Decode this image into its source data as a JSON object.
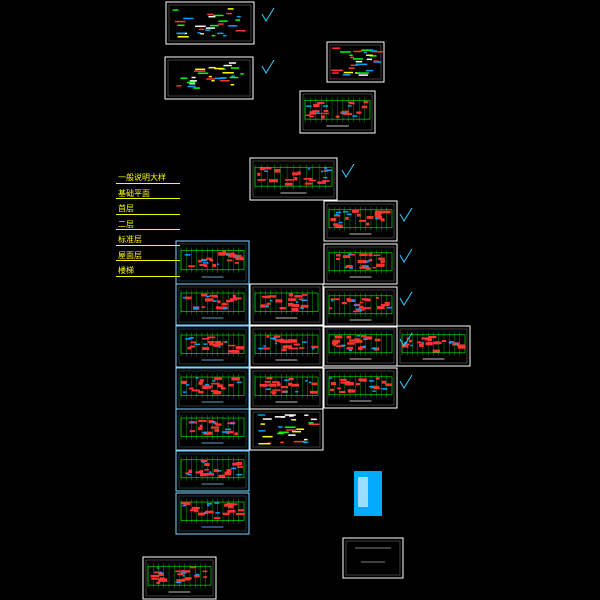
{
  "drawing_index": {
    "items": [
      "一般说明大样",
      "基础平面",
      "首层",
      "二层",
      "标准层",
      "屋面层",
      "楼梯"
    ]
  },
  "box_title": "",
  "stamp_text": "",
  "sheets": [
    {
      "id": "s1",
      "kind": "legend",
      "checked": true
    },
    {
      "id": "s2",
      "kind": "table",
      "checked": true
    },
    {
      "id": "s3",
      "kind": "key",
      "checked": false
    },
    {
      "id": "s4",
      "kind": "plan",
      "checked": false
    },
    {
      "id": "s5",
      "kind": "plan",
      "checked": true
    },
    {
      "id": "s6",
      "kind": "plan",
      "checked": true
    },
    {
      "id": "s7",
      "kind": "plan",
      "checked": true
    },
    {
      "id": "s8",
      "kind": "plan",
      "checked": true
    },
    {
      "id": "s9",
      "kind": "plan",
      "checked": true
    },
    {
      "id": "s10",
      "kind": "plan",
      "checked": true
    },
    {
      "id": "s11",
      "kind": "plan",
      "checked": false
    },
    {
      "id": "s12",
      "kind": "plan",
      "checked": false
    },
    {
      "id": "s13",
      "kind": "plan",
      "checked": false
    },
    {
      "id": "s14",
      "kind": "plan",
      "checked": false
    },
    {
      "id": "s15",
      "kind": "plan",
      "checked": false
    },
    {
      "id": "s16",
      "kind": "plan",
      "checked": false
    },
    {
      "id": "s17",
      "kind": "plan",
      "checked": false
    },
    {
      "id": "s18",
      "kind": "plan",
      "checked": false
    },
    {
      "id": "s19",
      "kind": "plan",
      "checked": false
    },
    {
      "id": "s20",
      "kind": "plan",
      "checked": false
    },
    {
      "id": "s21",
      "kind": "plan",
      "checked": false
    },
    {
      "id": "s22",
      "kind": "detail",
      "checked": false
    },
    {
      "id": "s23",
      "kind": "plan",
      "checked": false
    },
    {
      "id": "s24",
      "kind": "cyan-note",
      "checked": false
    },
    {
      "id": "s25",
      "kind": "titleblock",
      "checked": false
    }
  ],
  "colors": {
    "background": "#000000",
    "frame": "#ffffff",
    "plan_frame": "#7fd4ff",
    "grid": "#00ff00",
    "walls": "#ff3333",
    "fill": "#00a0ff",
    "annotation": "#ffff00",
    "check": "#33ccff"
  }
}
